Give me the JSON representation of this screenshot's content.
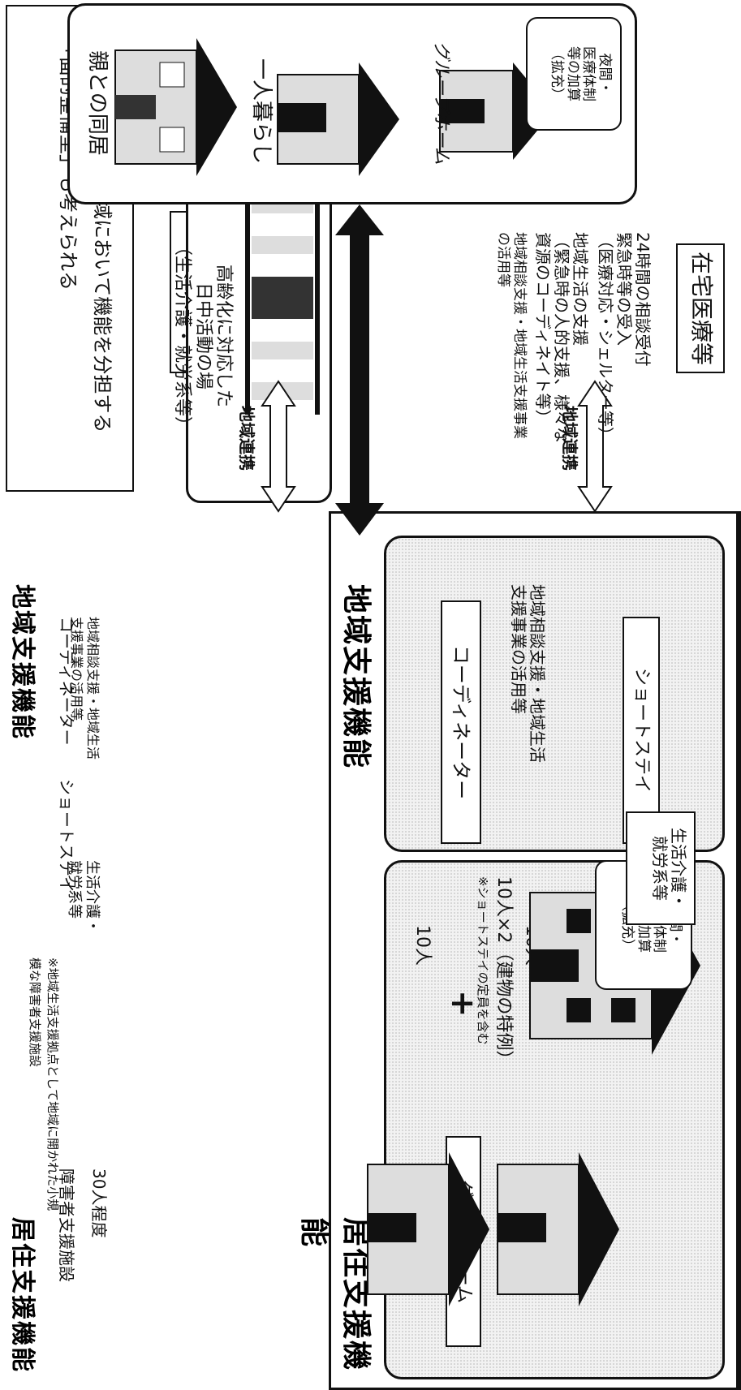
{
  "note": {
    "line1": "※ 拠点を設けず、地域において機能を分担する",
    "line2": "「面的整備型」も考えられる"
  },
  "home_medical": "在宅医療等",
  "regional_link": "地域連携",
  "residence": {
    "title": "居住支援機能",
    "group_home": "グループホーム",
    "count_10": "10人",
    "count_10b": "10人",
    "plus": "+",
    "capacity": "10人×2（建物の特例）",
    "capacity_note": "※ショートステイの定員を含む",
    "night_l1": "夜間・",
    "night_l2": "医療体制",
    "night_l3": "等の加算",
    "night_l4": "（拡充）",
    "facility": "障害者支援施設",
    "facility_capacity": "30人程度",
    "facility_note_1": "※地域生活支援拠点として地域に開かれた小規",
    "facility_note_2": "模な障害者支援施設"
  },
  "regional_support": {
    "title": "地域支援機能",
    "coordinator": "コーディネーター",
    "consult_l1": "地域相談支援・地域生活",
    "consult_l2": "支援事業の活用等",
    "short_stay": "ショートステイ",
    "daycare_l1": "生活介護・",
    "daycare_l2": "就労系等"
  },
  "day_activity": {
    "line1": "高齢化に対応した",
    "line2": "日中活動の場",
    "line3": "（生活介護・就労系等）"
  },
  "living": {
    "with_parents": "親との同居",
    "alone": "一人暮らし",
    "group_home": "グループホーム",
    "night_l1": "夜間・",
    "night_l2": "医療体制",
    "night_l3": "等の加算",
    "night_l4": "（拡充）"
  },
  "services": {
    "s1": "24時間の相談受付",
    "s2": "緊急時等の受入",
    "s3": "（医療対応・シェルター等）",
    "s4": "地域生活の支援",
    "s5": "（緊急時の人的支援、様々な",
    "s6": "資源のコーディネイト等）",
    "s7": "地域相談支援・地域生活支援事業",
    "s8": "の活用等"
  }
}
